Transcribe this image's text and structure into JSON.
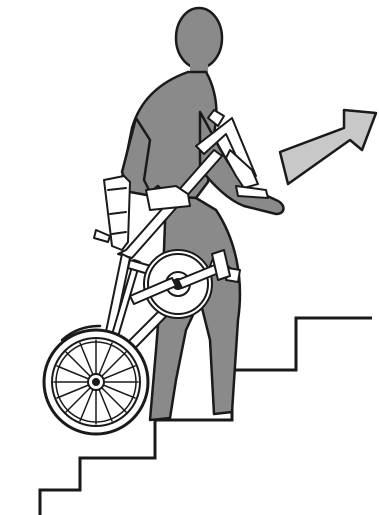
{
  "illustration": {
    "figure": "silhouette-person-carrying-folding-bike",
    "direction_arrow": "up-right",
    "staircase_steps": 5
  },
  "colors": {
    "silhouette": "#8a8a8a",
    "arrow_fill": "#c8c8c8",
    "stroke": "#1a1a1a",
    "bike_fill": "#ffffff",
    "background": "#ffffff"
  }
}
